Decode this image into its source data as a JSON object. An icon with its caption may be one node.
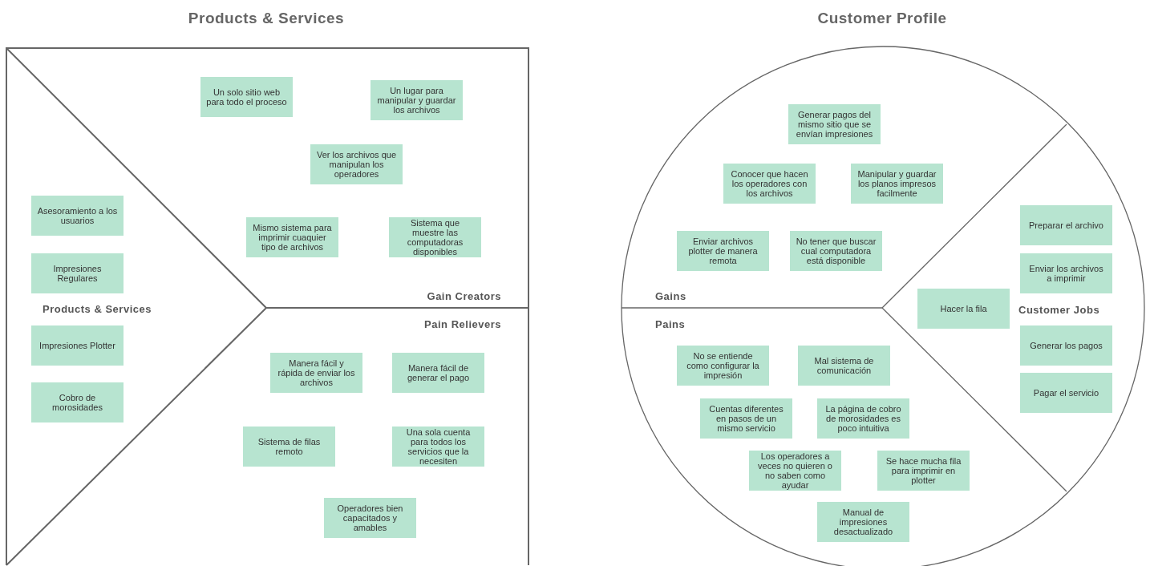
{
  "diagram": {
    "nodes": [
      {
        "text": [
          "Products & Services"
        ]
      },
      {
        "text": [
          "Gain Creators"
        ],
        "in": 0
      },
      {
        "text": [
          "Un solo sitio web para todo el proceso"
        ],
        "in": 1
      },
      {
        "text": [
          "Un lugar para manipular y guardar los archivos"
        ],
        "in": 1
      },
      {
        "text": [
          "Ver los archivos que manipulan los operadores"
        ],
        "in": 1
      },
      {
        "text": [
          "Mismo sistema para imprimir cuaquier tipo de archivos"
        ],
        "in": 1
      },
      {
        "text": [
          "Sistema que muestre las computadoras disponibles"
        ],
        "in": 1
      },
      {
        "text": [
          "Products & Services"
        ],
        "in": 0
      },
      {
        "text": [
          "Asesoramiento a los usuarios"
        ],
        "in": 7
      },
      {
        "text": [
          "Impresiones Regulares"
        ],
        "in": 7
      },
      {
        "text": [
          "Impresiones Plotter"
        ],
        "in": 7
      },
      {
        "text": [
          "Cobro de morosidades"
        ],
        "in": 7
      },
      {
        "text": [
          "Pain Relievers"
        ],
        "in": 0
      },
      {
        "text": [
          "Manera fácil y rápida de enviar los archivos"
        ],
        "in": 12
      },
      {
        "text": [
          "Manera fácil de generar el pago"
        ],
        "in": 12
      },
      {
        "text": [
          "Sistema de filas remoto"
        ],
        "in": 12
      },
      {
        "text": [
          "Una sola cuenta para todos los servicios que la necesiten"
        ],
        "in": 12
      },
      {
        "text": [
          "Operadores bien capacitados y amables"
        ],
        "in": 12
      },
      {
        "text": [
          "Customer Profile"
        ]
      },
      {
        "text": [
          "Gains"
        ],
        "in": 18
      },
      {
        "text": [
          "Generar pagos del mismo sitio que se envían impresiones"
        ],
        "in": 19
      },
      {
        "text": [
          "Conocer que hacen los operadores con los archivos"
        ],
        "in": 19
      },
      {
        "text": [
          "Manipular y guardar los planos impresos facilmente"
        ],
        "in": 19
      },
      {
        "text": [
          "Enviar archivos plotter de manera remota"
        ],
        "in": 19
      },
      {
        "text": [
          "No tener que buscar cual computadora está disponible"
        ],
        "in": 19
      },
      {
        "text": [
          "Customer Jobs"
        ],
        "in": 18
      },
      {
        "text": [
          "Preparar el archivo"
        ],
        "in": 25
      },
      {
        "text": [
          "Enviar los archivos a imprimir"
        ],
        "in": 25
      },
      {
        "text": [
          "Hacer la fila"
        ],
        "in": 25
      },
      {
        "text": [
          "Generar los pagos"
        ],
        "in": 25
      },
      {
        "text": [
          "Pagar el servicio"
        ],
        "in": 25
      },
      {
        "text": [
          "Pains"
        ],
        "in": 18
      },
      {
        "text": [
          "No se entiende como configurar la impresión"
        ],
        "in": 31
      },
      {
        "text": [
          "Mal sistema de comunicación"
        ],
        "in": 31
      },
      {
        "text": [
          "Cuentas diferentes en pasos de un mismo servicio"
        ],
        "in": 31
      },
      {
        "text": [
          "La página de cobro de morosidades es poco intuitiva"
        ],
        "in": 31
      },
      {
        "text": [
          "Los operadores a veces no quieren o no saben como ayudar"
        ],
        "in": 31
      },
      {
        "text": [
          "Se hace mucha fila para imprimir en plotter"
        ],
        "in": 31
      },
      {
        "text": [
          "Manual de impresiones desactualizado"
        ],
        "in": 31
      }
    ]
  }
}
